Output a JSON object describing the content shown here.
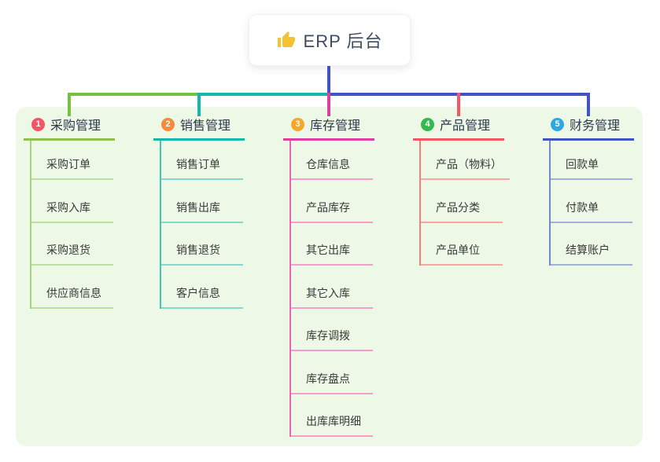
{
  "root": {
    "title": "ERP 后台",
    "icon": "thumbs-up-icon"
  },
  "branches": [
    {
      "index": "1",
      "title": "采购管理",
      "colors": {
        "badge": "#f25565",
        "main": "#8bc34a",
        "line": "#a4d382",
        "light": "#bade9d"
      },
      "children": [
        "采购订单",
        "采购入库",
        "采购退货",
        "供应商信息"
      ]
    },
    {
      "index": "2",
      "title": "销售管理",
      "colors": {
        "badge": "#f78a3d",
        "main": "#14b8a8",
        "line": "#43c6b6",
        "light": "#83d7cb"
      },
      "children": [
        "销售订单",
        "销售出库",
        "销售退货",
        "客户信息"
      ]
    },
    {
      "index": "3",
      "title": "库存管理",
      "colors": {
        "badge": "#f7a62a",
        "main": "#de3f9e",
        "line": "#ec64b1",
        "light": "#f59cc8"
      },
      "children": [
        "仓库信息",
        "产品库存",
        "其它出库",
        "其它入库",
        "库存调拨",
        "库存盘点",
        "出库库明细"
      ]
    },
    {
      "index": "4",
      "title": "产品管理",
      "colors": {
        "badge": "#33b94f",
        "main": "#f4575e",
        "line": "#f47f74",
        "light": "#f8a7a0"
      },
      "children": [
        "产品（物料）",
        "产品分类",
        "产品单位"
      ]
    },
    {
      "index": "5",
      "title": "财务管理",
      "colors": {
        "badge": "#2fa7df",
        "main": "#3d55c0",
        "line": "#7287d2",
        "light": "#9fafdf"
      },
      "children": [
        "回款单",
        "付款单",
        "结算账户"
      ]
    }
  ],
  "connectors": {
    "root_line": "#4254c5",
    "bus_left": "#76c043",
    "bus_mid": "#14b8a8",
    "bus_right": "#4254c5",
    "drop_1": "#76c043",
    "drop_2": "#14b8a8",
    "drop_3": "#de3f9e",
    "drop_4": "#f4566a",
    "drop_5": "#4254c5"
  },
  "canvas": {
    "panel_bg": "#edf8e7",
    "thumb_color": "#f2c230",
    "root_text_color": "#3e4c61"
  }
}
